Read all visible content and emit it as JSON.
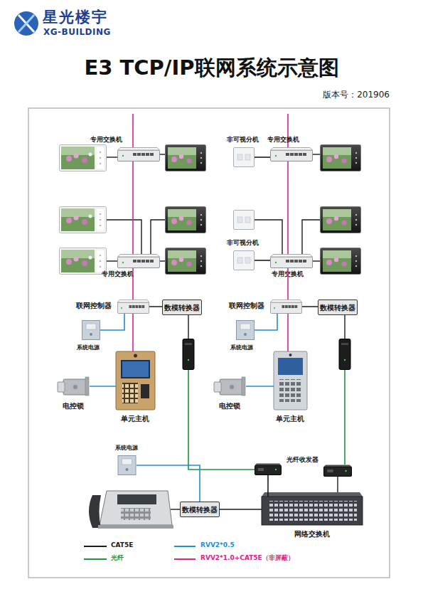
{
  "diagram": {
    "title": "E3 TCP/IP联网系统示意图",
    "nodes": [
      {
        "text": [
          "专用交换机"
        ]
      },
      {
        "text": [
          "非可视分机"
        ]
      },
      {
        "text": [
          "专用交换机"
        ]
      },
      {
        "text": [
          "非可视分机"
        ]
      },
      {
        "text": [
          "专用交换机"
        ]
      },
      {
        "text": [
          "专用交换机"
        ]
      },
      {
        "text": [
          "联网控制器"
        ]
      },
      {
        "text": [
          "数模转换器"
        ]
      },
      {
        "text": [
          "联网控制器"
        ]
      },
      {
        "text": [
          "数模转换器"
        ]
      },
      {
        "text": [
          "系统电源"
        ]
      },
      {
        "text": [
          "系统电源"
        ]
      },
      {
        "text": [
          "电控锁"
        ]
      },
      {
        "text": [
          "单元主机"
        ]
      },
      {
        "text": [
          "电控锁"
        ]
      },
      {
        "text": [
          "单元主机"
        ]
      },
      {
        "text": [
          "系统电源"
        ]
      },
      {
        "text": [
          "光纤收发器"
        ]
      },
      {
        "text": [
          "数模转换器"
        ]
      },
      {
        "text": [
          "网络交换机"
        ]
      }
    ],
    "edges": [
      {
        "from": 0,
        "to": 4,
        "arrow": "none"
      },
      {
        "from": 4,
        "to": 6,
        "arrow": "none"
      },
      {
        "from": 6,
        "to": 13,
        "arrow": "none"
      },
      {
        "from": 2,
        "to": 5,
        "arrow": "none"
      },
      {
        "from": 5,
        "to": 8,
        "arrow": "none"
      },
      {
        "from": 8,
        "to": 15,
        "arrow": "none"
      },
      {
        "from": 1,
        "to": 2,
        "arrow": "none"
      },
      {
        "from": 3,
        "to": 5,
        "arrow": "none"
      },
      {
        "from": 6,
        "to": 7,
        "arrow": "none"
      },
      {
        "from": 8,
        "to": 9,
        "arrow": "none"
      },
      {
        "from": 10,
        "to": 6,
        "arrow": "none"
      },
      {
        "from": 11,
        "to": 8,
        "arrow": "none"
      },
      {
        "from": 12,
        "to": 13,
        "arrow": "none"
      },
      {
        "from": 14,
        "to": 15,
        "arrow": "none"
      },
      {
        "from": 16,
        "to": 18,
        "arrow": "none"
      },
      {
        "from": 18,
        "to": 19,
        "arrow": "none"
      },
      {
        "from": 17,
        "to": 19,
        "arrow": "none"
      }
    ],
    "labels": [
      "星光楼宇",
      "XG-BUILDING",
      "版本号：201906"
    ],
    "legend": [
      {
        "text": "CAT5E"
      },
      {
        "text": "RVV2*0.5"
      },
      {
        "text": "光纤"
      },
      {
        "text": "RVV2*1.0+CAT5E（非屏蔽）"
      }
    ]
  }
}
